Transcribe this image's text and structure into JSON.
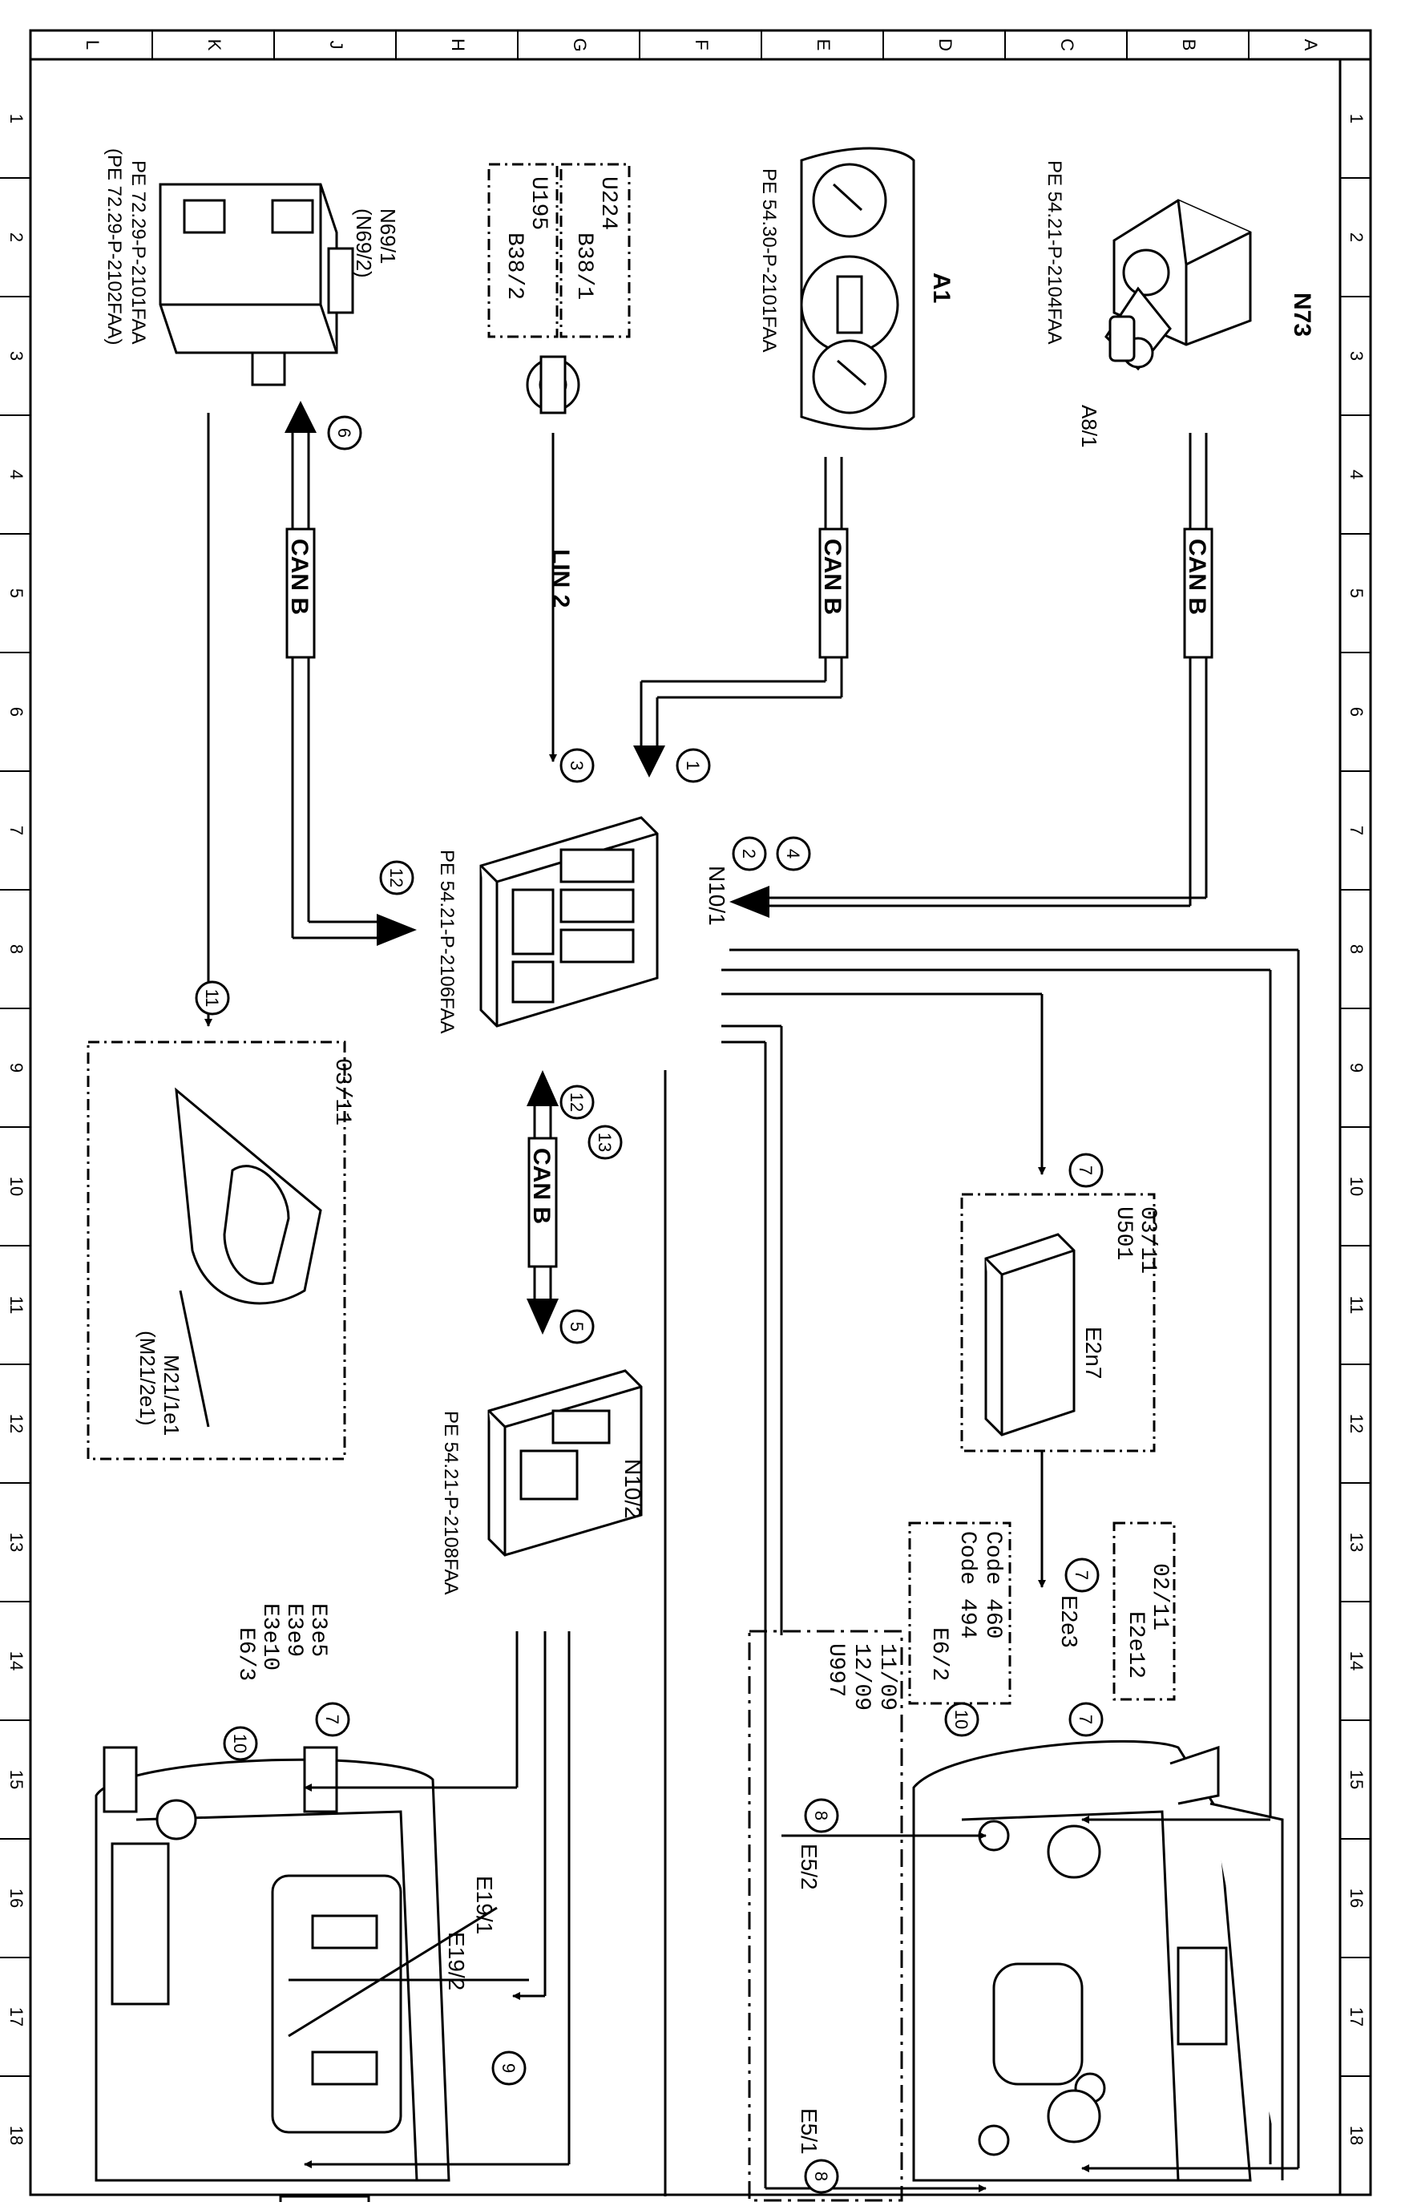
{
  "border": {
    "top_letters": [
      "L",
      "K",
      "J",
      "H",
      "G",
      "F",
      "E",
      "D",
      "C",
      "B",
      "A"
    ],
    "side_numbers": [
      "1",
      "2",
      "3",
      "4",
      "5",
      "6",
      "7",
      "8",
      "9",
      "10",
      "11",
      "12",
      "13",
      "14",
      "15",
      "16",
      "17",
      "18"
    ]
  },
  "components": {
    "n73": {
      "label": "N73",
      "sub": "A8/1",
      "ref": "PE 54.21-P-2104FAA"
    },
    "a1": {
      "label": "A1",
      "ref": "PE 54.30-P-2101FAA"
    },
    "b38": {
      "u224": "U224",
      "b38_1": "B38/1",
      "u195": "U195",
      "b38_2": "B38/2"
    },
    "n69": {
      "label": "N69/1",
      "alt": "(N69/2)",
      "ref1": "PE 72.29-P-2101FAA",
      "ref2": "(PE 72.29-P-2102FAA)"
    },
    "n10_1": {
      "label": "N10/1",
      "ref": "PE 54.21-P-2106FAA"
    },
    "n10_2": {
      "label": "N10/2",
      "ref": "PE 54.21-P-2108FAA"
    },
    "e2n7": {
      "label": "E2n7",
      "date": "03/11",
      "code": "U501"
    },
    "e2e3": {
      "label": "E2e3"
    },
    "e2e12": {
      "date": "02/11",
      "label": "E2e12"
    },
    "code_box": {
      "line1": "Code 460",
      "line2": "Code 494",
      "line3": "E6/2"
    },
    "u997_box": {
      "line1": "11/09",
      "line2": "12/09",
      "line3": "U997"
    },
    "e5_2": {
      "label": "E5/2"
    },
    "e5_1": {
      "label": "E5/1"
    },
    "m21": {
      "date": "03/11",
      "label": "M21/1e1",
      "alt": "(M21/2e1)"
    },
    "rear": {
      "l1": "E3e5",
      "l2": "E3e9",
      "l3": "E3e10",
      "l4": "E6/3"
    },
    "e19": {
      "l1": "E19/1",
      "l2": "E19/2"
    }
  },
  "buses": {
    "can": "CAN B",
    "lin": "LIN 2"
  },
  "callouts": {
    "c1": "1",
    "c2": "2",
    "c3": "3",
    "c4": "4",
    "c5": "5",
    "c6": "6",
    "c7": "7",
    "c8": "8",
    "c9": "9",
    "c10": "10",
    "c11": "11",
    "c12": "12",
    "c13": "13"
  }
}
